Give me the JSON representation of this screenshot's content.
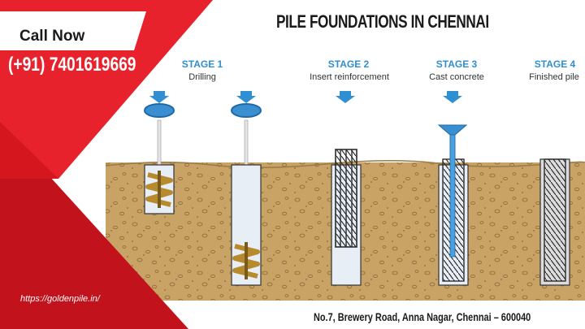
{
  "header": {
    "title": "PILE FOUNDATIONS IN CHENNAI"
  },
  "promo": {
    "call_label": "Call Now",
    "phone": "(+91) 7401619669",
    "url": "https://goldenpile.in/"
  },
  "footer": {
    "address": "No.7, Brewery Road, Anna Nagar, Chennai – 600040"
  },
  "stages": [
    {
      "title": "STAGE 1",
      "subtitle": "Drilling"
    },
    {
      "title": "STAGE 2",
      "subtitle": "Insert reinforcement"
    },
    {
      "title": "STAGE 3",
      "subtitle": "Cast concrete"
    },
    {
      "title": "STAGE 4",
      "subtitle": "Finished pile"
    }
  ],
  "colors": {
    "accent_red": "#e8222d",
    "dark_red": "#c2121c",
    "stage_blue": "#2f8fd0",
    "soil": "#c9a266"
  },
  "icons": [
    "rotation-arrow-icon",
    "down-arrow-icon",
    "concrete-funnel-icon",
    "auger-icon",
    "reinforcement-cage-icon"
  ]
}
